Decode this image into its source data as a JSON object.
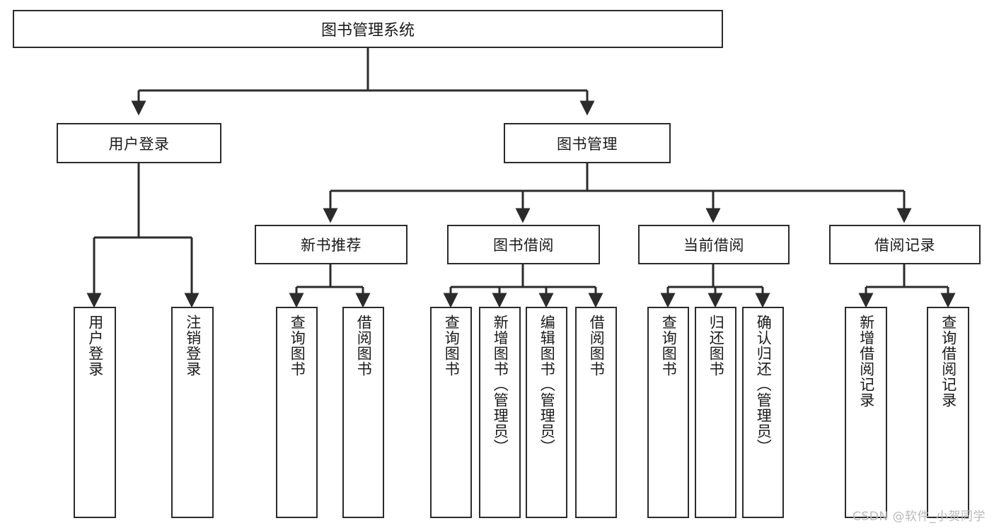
{
  "diagram": {
    "title": "图书管理系统",
    "type": "tree",
    "watermark": "CSDN @软件_小贺同学",
    "accent_color": "#2b2b2b",
    "background_color": "#ffffff",
    "nodes": {
      "root": {
        "label": "图书管理系统"
      },
      "level2": [
        {
          "label": "用户登录"
        },
        {
          "label": "图书管理"
        }
      ],
      "level3": [
        {
          "label": "新书推荐"
        },
        {
          "label": "图书借阅"
        },
        {
          "label": "当前借阅"
        },
        {
          "label": "借阅记录"
        }
      ],
      "leaves": [
        {
          "label": "用户登录",
          "parent": "用户登录"
        },
        {
          "label": "注销登录",
          "parent": "用户登录"
        },
        {
          "label": "查询图书",
          "parent": "新书推荐"
        },
        {
          "label": "借阅图书",
          "parent": "新书推荐"
        },
        {
          "label": "查询图书",
          "parent": "图书借阅"
        },
        {
          "label": "新增图书（管理员）",
          "parent": "图书借阅"
        },
        {
          "label": "编辑图书（管理员）",
          "parent": "图书借阅"
        },
        {
          "label": "借阅图书",
          "parent": "图书借阅"
        },
        {
          "label": "查询图书",
          "parent": "当前借阅"
        },
        {
          "label": "归还图书",
          "parent": "当前借阅"
        },
        {
          "label": "确认归还（管理员）",
          "parent": "当前借阅"
        },
        {
          "label": "新增借阅记录",
          "parent": "借阅记录"
        },
        {
          "label": "查询借阅记录",
          "parent": "借阅记录"
        }
      ]
    }
  }
}
